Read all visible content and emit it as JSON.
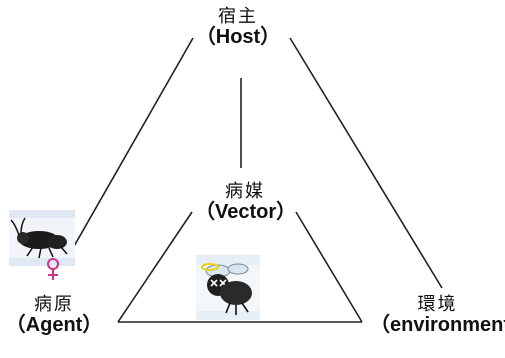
{
  "nodes": {
    "host": {
      "zh": "宿主",
      "en": "（Host）"
    },
    "vector": {
      "zh": "病媒",
      "en": "（Vector）"
    },
    "agent": {
      "zh": "病原",
      "en": "（Agent）"
    },
    "environment": {
      "zh": "環境",
      "en": "（environment）"
    }
  },
  "colors": {
    "line": "#222222",
    "text": "#111111"
  },
  "icons": {
    "agent": "beetle-with-female-symbol-icon",
    "vector": "dead-fly-icon"
  }
}
